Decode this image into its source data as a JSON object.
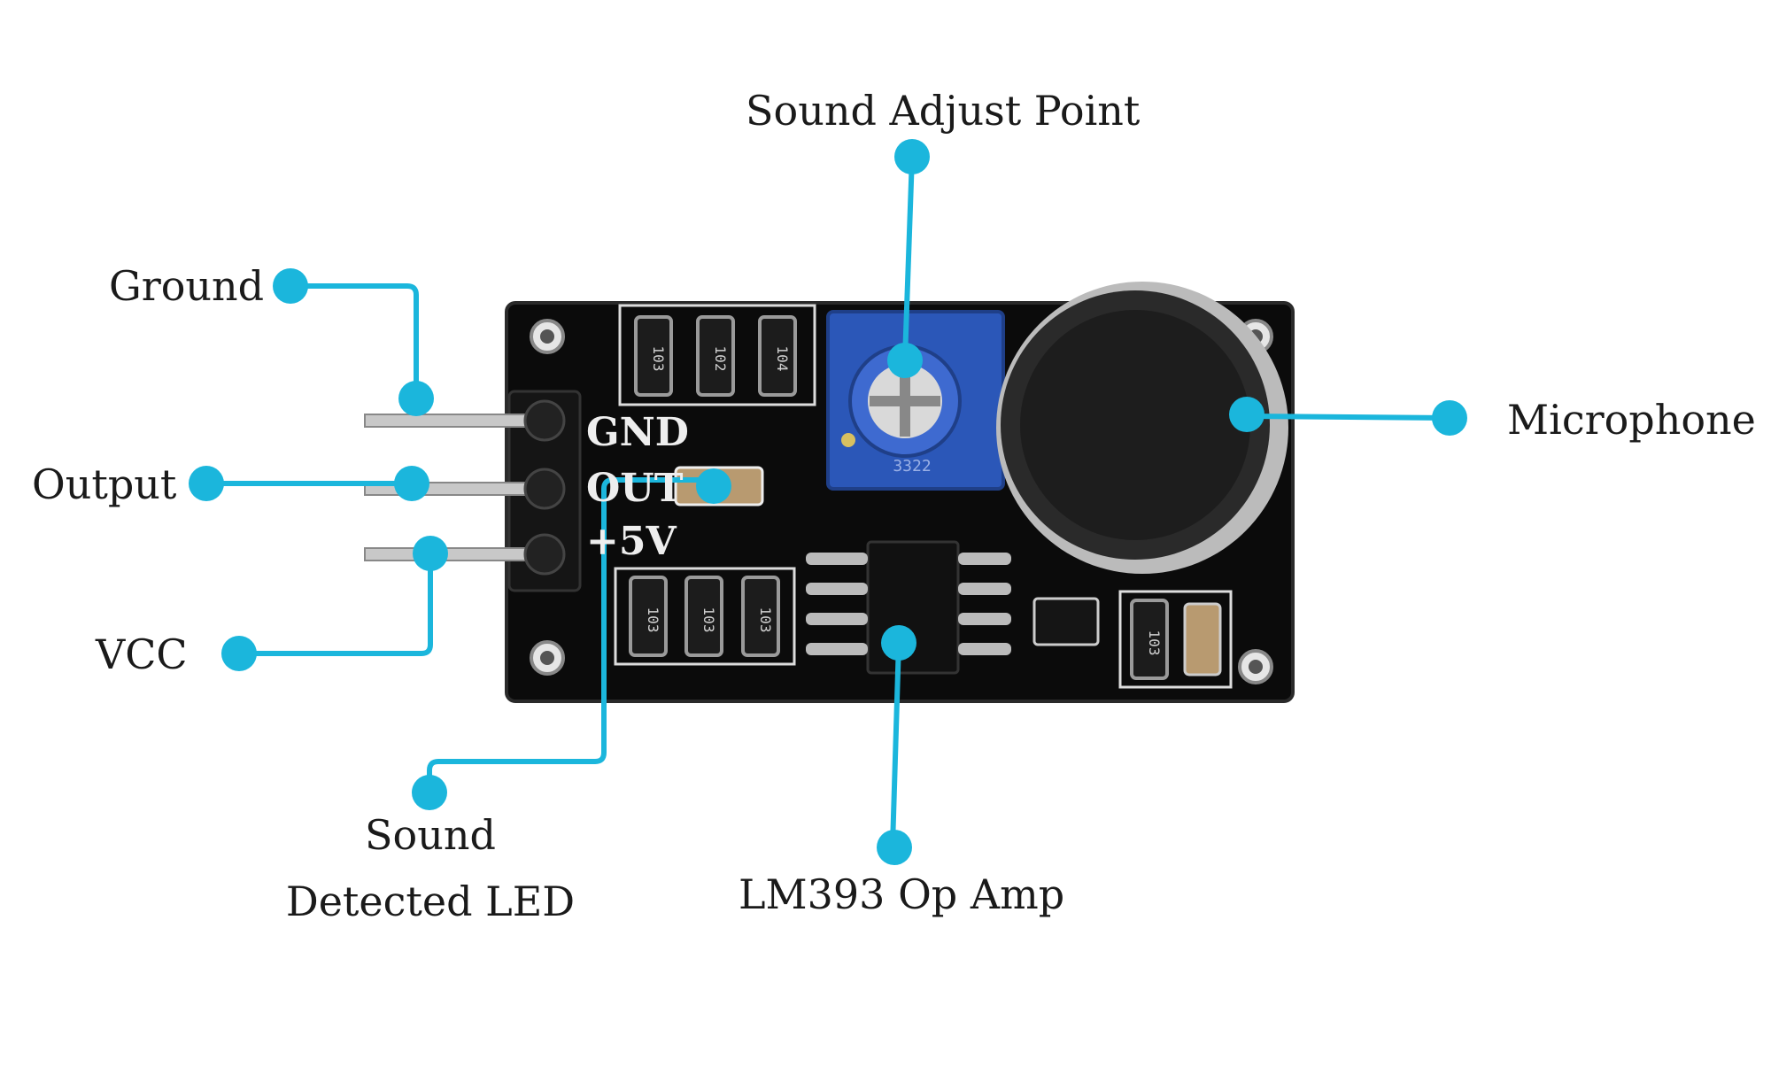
{
  "labels": {
    "sound_adjust_point": "Sound Adjust Point",
    "ground": "Ground",
    "output": "Output",
    "vcc": "VCC",
    "microphone": "Microphone",
    "sound_detected_led_line1": "Sound",
    "sound_detected_led_line2": "Detected LED",
    "lm393": "LM393 Op Amp"
  },
  "silkscreen": {
    "gnd": "GND",
    "out": "OUT",
    "plus5v": "+5V",
    "pot_code": "3322",
    "res_top": [
      "103",
      "102",
      "104"
    ],
    "res_bottom": [
      "103",
      "103",
      "103"
    ],
    "res_right": "103"
  },
  "colors": {
    "accent": "#1bb6dc",
    "board": "#0b0b0b",
    "pot": "#2b57b8"
  }
}
